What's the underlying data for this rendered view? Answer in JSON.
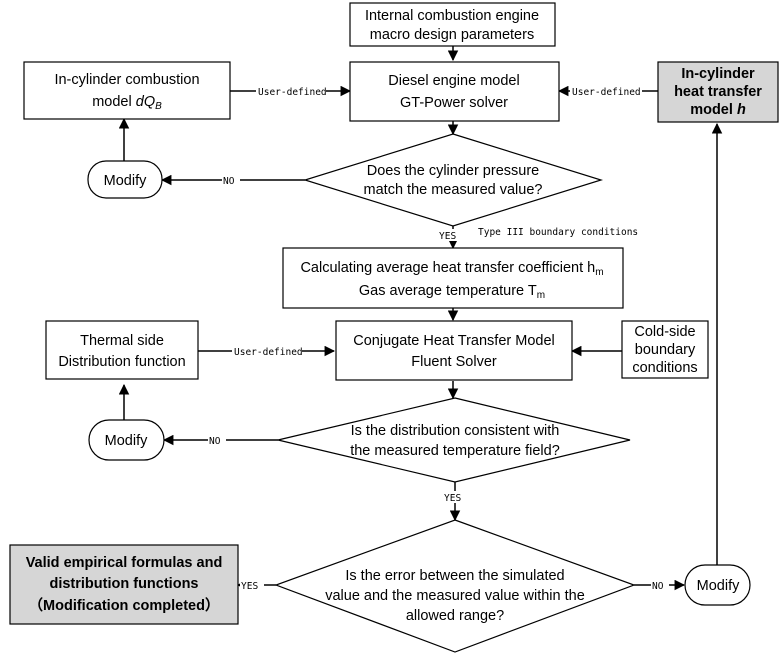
{
  "nodes": {
    "macro_params": {
      "line1": "Internal combustion engine",
      "line2": "macro design parameters"
    },
    "combustion_model": {
      "line1": "In-cylinder combustion",
      "line2_text": "model ",
      "line2_symbol": "dQ",
      "line2_sub": "B"
    },
    "diesel_model": {
      "line1": "Diesel engine model",
      "line2": "GT-Power solver"
    },
    "heat_transfer_model": {
      "line1": "In-cylinder",
      "line2": "heat transfer",
      "line3_text": "model ",
      "line3_symbol": "h"
    },
    "modify_1": {
      "label": "Modify"
    },
    "pressure_decision": {
      "line1": "Does the cylinder pressure",
      "line2": "match the measured value?"
    },
    "avg_heat": {
      "line1": "Calculating average heat transfer coefficient h",
      "line1_sub": "m",
      "line2": "Gas average temperature   T",
      "line2_sub": "m"
    },
    "thermal_side": {
      "line1": "Thermal side",
      "line2": "Distribution function"
    },
    "conjugate": {
      "line1": "Conjugate Heat Transfer Model",
      "line2": "Fluent Solver"
    },
    "cold_side": {
      "line1": "Cold-side",
      "line2": "boundary",
      "line3": "conditions"
    },
    "modify_2": {
      "label": "Modify"
    },
    "distribution_decision": {
      "line1": "Is the distribution consistent with",
      "line2": "the measured temperature field?"
    },
    "valid_formulas": {
      "line1": "Valid empirical formulas and",
      "line2": "distribution functions",
      "line3": "（Modification completed）"
    },
    "error_decision": {
      "line1": "Is the error between the simulated",
      "line2": "value and the measured value within the",
      "line3": "allowed range?"
    },
    "modify_3": {
      "label": "Modify"
    }
  },
  "edge_labels": {
    "user_defined_left": "User-defined",
    "user_defined_right": "User-defined",
    "no_1": "NO",
    "yes_1": "YES",
    "boundary_type": "Type III boundary conditions",
    "user_defined_thermal": "User-defined",
    "no_2": "NO",
    "yes_2": "YES",
    "yes_3": "YES",
    "no_3": "NO"
  }
}
